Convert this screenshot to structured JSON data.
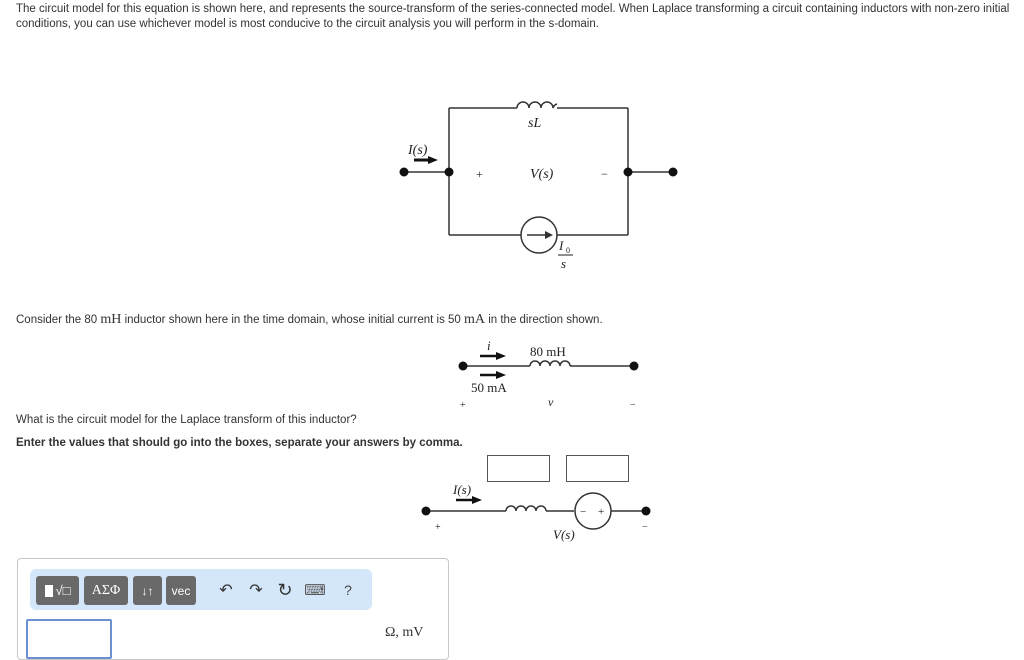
{
  "intro": {
    "text": "The circuit model for this equation is shown here, and represents the source-transform of the series-connected model. When Laplace transforming a circuit containing inductors with non-zero initial conditions, you can use whichever model is most conducive to the circuit analysis you will perform in the s-domain."
  },
  "circuit1": {
    "current_label": "I(s)",
    "inductor_label": "sL",
    "voltage_label": "V(s)",
    "plus": "+",
    "minus": "−",
    "source_numerator": "I",
    "source_subscript": "0",
    "source_denominator": "s"
  },
  "consider": {
    "pre": "Consider the 80 ",
    "unit1": "mH",
    "mid": " inductor shown here in the time domain, whose initial current is 50 ",
    "unit2": "mA",
    "post": " in the direction shown."
  },
  "circuit2": {
    "current_label": "i",
    "inductance_label": "80 mH",
    "initial_current_label": "50 mA",
    "voltage_label": "v",
    "plus": "+",
    "minus": "−"
  },
  "question": {
    "text": "What is the circuit model for the Laplace transform of this inductor?",
    "instruction": "Enter the values that should go into the boxes, separate your answers by comma."
  },
  "circuit3": {
    "current_label": "I(s)",
    "voltage_label": "V(s)",
    "plus": "+",
    "minus": "−",
    "source_minus": "−",
    "source_plus": "+",
    "answer_boxes": [
      "",
      ""
    ]
  },
  "answer_panel": {
    "toolbar": {
      "buttons": [
        {
          "name": "templates",
          "label": "√□"
        },
        {
          "name": "greek",
          "label": "ΑΣΦ"
        },
        {
          "name": "arrows",
          "label": "↓↑"
        },
        {
          "name": "vector",
          "label": "vec"
        }
      ],
      "icons": {
        "undo": "↶",
        "redo": "↷",
        "reset": "↻",
        "keyboard": "⌨",
        "help": "?"
      }
    },
    "input_value": "",
    "units": "Ω, mV"
  }
}
